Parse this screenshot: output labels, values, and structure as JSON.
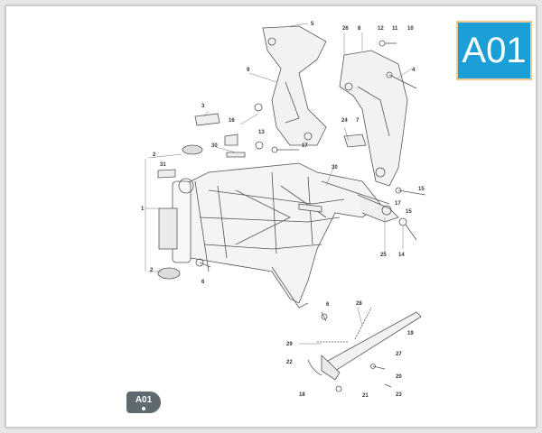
{
  "badge": {
    "code": "A01",
    "color": "#1c9fd6",
    "border": "#f0c890"
  },
  "page_tag": {
    "label": "A01"
  },
  "callouts": [
    "1",
    "2",
    "2",
    "3",
    "4",
    "5",
    "6",
    "6",
    "7",
    "8",
    "9",
    "10",
    "11",
    "12",
    "13",
    "14",
    "15",
    "15",
    "16",
    "17",
    "17",
    "18",
    "19",
    "20",
    "21",
    "22",
    "23",
    "24",
    "25",
    "26",
    "27",
    "28",
    "29",
    "30",
    "30",
    "31"
  ]
}
